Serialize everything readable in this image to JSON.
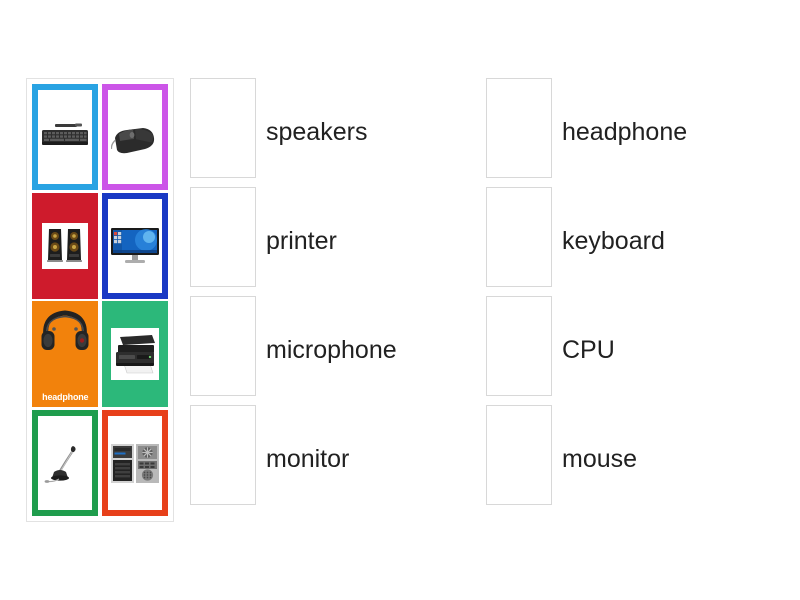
{
  "activity": {
    "type": "match-up-drag-and-drop",
    "topic": "computer-peripherals"
  },
  "image_panel": {
    "cards": [
      {
        "id": "card-keyboard",
        "icon": "keyboard-image",
        "style": "framed",
        "border_color": "#29A3E3",
        "caption": ""
      },
      {
        "id": "card-mouse",
        "icon": "mouse-image",
        "style": "framed",
        "border_color": "#CC55E8",
        "caption": ""
      },
      {
        "id": "card-speakers",
        "icon": "speakers-image",
        "style": "filled",
        "border_color": "#CE1B2C",
        "caption": ""
      },
      {
        "id": "card-monitor",
        "icon": "monitor-image",
        "style": "framed",
        "border_color": "#1939C4",
        "caption": ""
      },
      {
        "id": "card-headphone",
        "icon": "headphone-image",
        "style": "filled",
        "border_color": "#F2820C",
        "caption": "headphone"
      },
      {
        "id": "card-printer",
        "icon": "printer-image",
        "style": "filled",
        "border_color": "#2CB87A",
        "caption": ""
      },
      {
        "id": "card-microphone",
        "icon": "microphone-image",
        "style": "framed",
        "border_color": "#1F9D4D",
        "caption": ""
      },
      {
        "id": "card-cpu",
        "icon": "cpu-tower-image",
        "style": "framed",
        "border_color": "#E7401A",
        "caption": ""
      }
    ]
  },
  "answers": {
    "left_column": [
      {
        "label": "speakers",
        "drop_value": ""
      },
      {
        "label": "printer",
        "drop_value": ""
      },
      {
        "label": "microphone",
        "drop_value": ""
      },
      {
        "label": "monitor",
        "drop_value": ""
      }
    ],
    "right_column": [
      {
        "label": "headphone",
        "drop_value": ""
      },
      {
        "label": "keyboard",
        "drop_value": ""
      },
      {
        "label": "CPU",
        "drop_value": ""
      },
      {
        "label": "mouse",
        "drop_value": ""
      }
    ]
  },
  "colors": {
    "page_background": "#FFFFFF",
    "panel_border": "#E2E2E2",
    "drop_zone_border": "#D8D8D8",
    "label_text": "#212121",
    "caption_text": "#FFFFFF"
  }
}
